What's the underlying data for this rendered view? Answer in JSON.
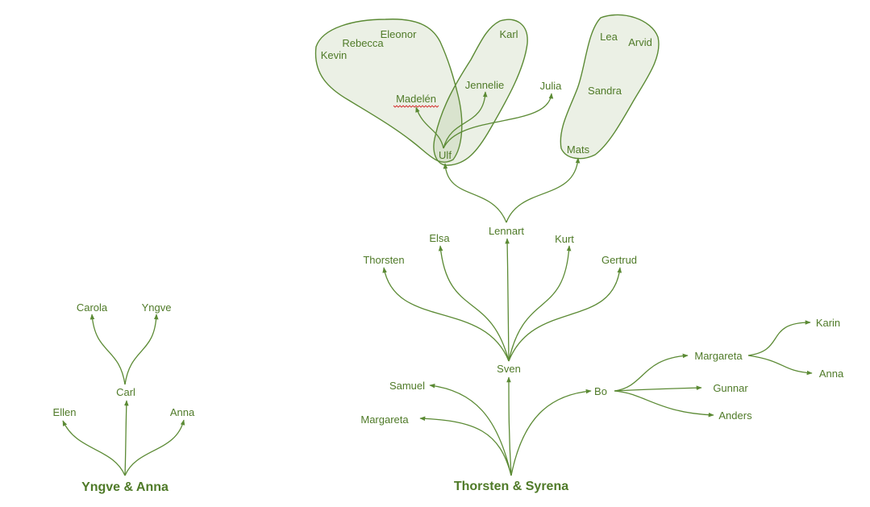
{
  "roots": {
    "left": "Yngve & Anna",
    "right": "Thorsten & Syrena"
  },
  "left_tree": {
    "children": [
      "Ellen",
      "Carl",
      "Anna"
    ],
    "carl_children": [
      "Carola",
      "Yngve"
    ]
  },
  "right_tree": {
    "children": [
      "Margareta",
      "Samuel",
      "Sven",
      "Bo"
    ],
    "bo_children": [
      "Margareta",
      "Gunnar",
      "Anders"
    ],
    "margareta_children": [
      "Karin",
      "Anna"
    ],
    "sven_children": [
      "Thorsten",
      "Elsa",
      "Lennart",
      "Kurt",
      "Gertrud"
    ],
    "lennart_children": [
      "Ulf",
      "Mats"
    ],
    "ulf_children": [
      "Madelén",
      "Jennelie",
      "Julia"
    ],
    "group_a": [
      "Eleonor",
      "Rebecca",
      "Kevin"
    ],
    "group_b": [
      "Karl"
    ],
    "group_c": [
      "Lea",
      "Arvid",
      "Sandra"
    ]
  },
  "colors": {
    "line": "#5b8a34",
    "text": "#4f7a28",
    "group_fill": "#e9f0e1",
    "spellcheck": "#d42a2a"
  }
}
